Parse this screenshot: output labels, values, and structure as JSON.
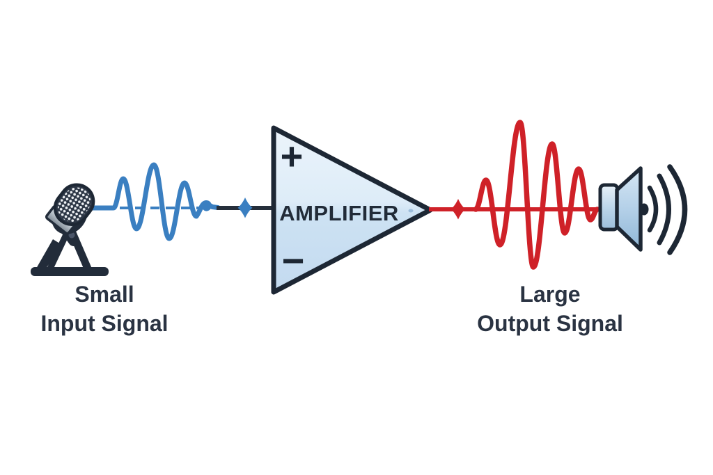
{
  "diagram": {
    "background_color": "#ffffff",
    "input": {
      "caption_line1": "Small",
      "caption_line2": "Input Signal",
      "signal_color": "#3a7fc1",
      "icon": "microphone-icon"
    },
    "amplifier": {
      "label": "AMPLIFIER",
      "plus_label": "+",
      "minus_label": "−",
      "fill_top_color": "#ecf4fb",
      "fill_bottom_color": "#c3daf0",
      "outline_color": "#1d2734"
    },
    "output": {
      "caption_line1": "Large",
      "caption_line2": "Output Signal",
      "signal_color": "#cf2128",
      "icon": "speaker-icon"
    },
    "sound_waves_icon": "sound-waves-icon",
    "wire_color": "#262f3b",
    "text_color": "#2a3342"
  }
}
